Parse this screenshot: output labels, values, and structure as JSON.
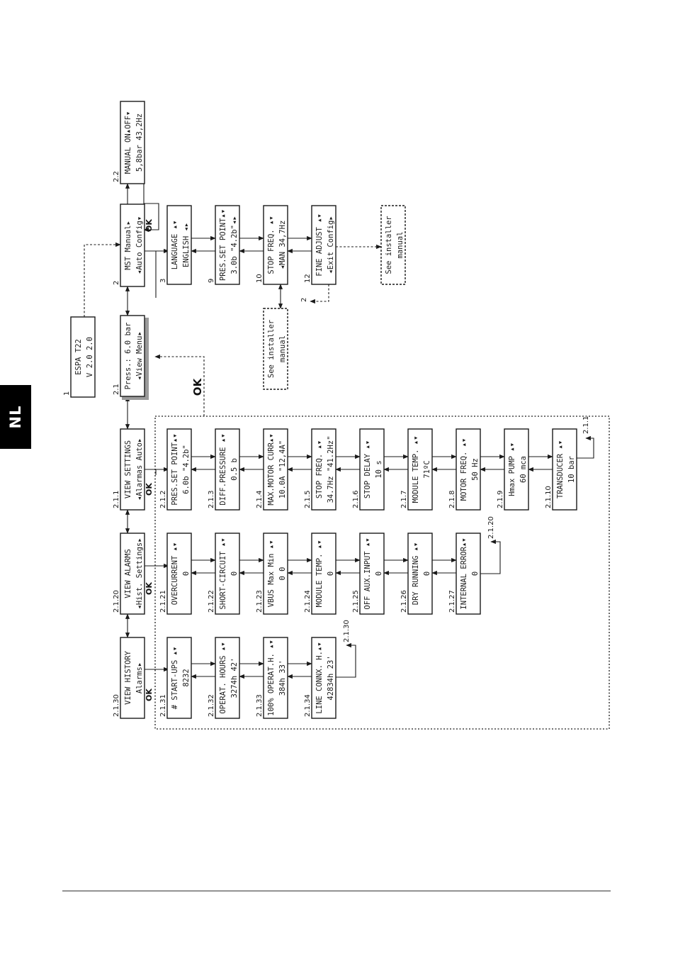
{
  "side_tab": {
    "label": "NL"
  },
  "ok_label": "OK",
  "boxes": [
    {
      "id": "b1",
      "label": "1",
      "lines": [
        "ESPA    T22",
        "V 2.0    2.0"
      ]
    },
    {
      "id": "b2_1",
      "label": "2.1",
      "lines": [
        "Press.:  6.0 bar",
        "◂View       Menu▸"
      ],
      "highlight": true
    },
    {
      "id": "b2",
      "label": "2",
      "lines": [
        "MST       Manual▸",
        "◂Auto      Config▾"
      ]
    },
    {
      "id": "b2_2",
      "label": "2.2",
      "lines": [
        "MANUAL    ON▴OFF▾",
        "5,8bar  43,2Hz"
      ]
    },
    {
      "id": "b3",
      "label": "3",
      "lines": [
        "LANGUAGE   ▴▾",
        "ENGLISH    ◂▸"
      ]
    },
    {
      "id": "b9",
      "label": "9",
      "lines": [
        "PRES.SET POINT▴▾",
        "3.0b   \"4.2b\"◂▸"
      ]
    },
    {
      "id": "b10",
      "label": "10",
      "lines": [
        "STOP FREQ.   ▴▾",
        "◂MAN 34,7Hz"
      ]
    },
    {
      "id": "b12",
      "label": "12",
      "lines": [
        "FINE ADJUST  ▴▾",
        "◂Exit    Config▸"
      ]
    },
    {
      "id": "inst1",
      "label": "",
      "lines": [
        "See installer",
        "manual"
      ],
      "dashed": true
    },
    {
      "id": "inst2",
      "label": "",
      "lines": [
        "See installer",
        "manual"
      ],
      "dashed": true
    },
    {
      "id": "b2_1_1",
      "label": "2.1.1",
      "lines": [
        "VIEW SETTINGS",
        "◂Alarmas  Auto▸"
      ]
    },
    {
      "id": "b2_1_20",
      "label": "2.1.20",
      "lines": [
        "VIEW ALARMS",
        "◂Hist. Settings▸"
      ]
    },
    {
      "id": "b2_1_30",
      "label": "2.1.30",
      "lines": [
        "VIEW HISTORY",
        "Alarms▸"
      ]
    },
    {
      "id": "b2_1_2",
      "label": "2.1.2",
      "lines": [
        "PRES.SET POINT▴▾",
        "6.0b   \"4.2b\""
      ]
    },
    {
      "id": "b2_1_3",
      "label": "2.1.3",
      "lines": [
        "DIFF.PRESSURE ▴▾",
        "0.5 b"
      ]
    },
    {
      "id": "b2_1_4",
      "label": "2.1.4",
      "lines": [
        "MAX.MOTOR CURR▴▾",
        "10.0A  \"12,4A\""
      ]
    },
    {
      "id": "b2_1_5",
      "label": "2.1.5",
      "lines": [
        "STOP FREQ.    ▴▾",
        "34.7Hz \"41.2Hz\""
      ]
    },
    {
      "id": "b2_1_6",
      "label": "2.1.6",
      "lines": [
        "STOP DELAY   ▴▾",
        "10 s"
      ]
    },
    {
      "id": "b2_1_7",
      "label": "2.1.7",
      "lines": [
        "MODULE TEMP.  ▴▾",
        "71ºC"
      ]
    },
    {
      "id": "b2_1_8",
      "label": "2.1.8",
      "lines": [
        "MOTOR FREQ.  ▴▾",
        "50 Hz"
      ]
    },
    {
      "id": "b2_1_9",
      "label": "2.1.9",
      "lines": [
        "Hmax PUMP   ▴▾",
        "60 mca"
      ]
    },
    {
      "id": "b2_1_10",
      "label": "2.1.10",
      "lines": [
        "TRANSDUCER   ▴▾",
        "10 bar"
      ]
    },
    {
      "id": "b2_1_21",
      "label": "2.1.21",
      "lines": [
        "OVERCURRENT  ▴▾",
        "0"
      ]
    },
    {
      "id": "b2_1_22",
      "label": "2.1.22",
      "lines": [
        "SHORT-CIRCUIT ▴▾",
        "0"
      ]
    },
    {
      "id": "b2_1_23",
      "label": "2.1.23",
      "lines": [
        "VBUS Max  Min ▴▾",
        "0    0"
      ]
    },
    {
      "id": "b2_1_24",
      "label": "2.1.24",
      "lines": [
        "MODULE TEMP.  ▴▾",
        "0"
      ]
    },
    {
      "id": "b2_1_25",
      "label": "2.1.25",
      "lines": [
        "OFF AUX.INPUT ▴▾",
        "0"
      ]
    },
    {
      "id": "b2_1_26",
      "label": "2.1.26",
      "lines": [
        "DRY RUNNING  ▴▾",
        "0"
      ]
    },
    {
      "id": "b2_1_27",
      "label": "2.1.27",
      "lines": [
        "INTERNAL ERROR▴▾",
        "0"
      ]
    },
    {
      "id": "b2_1_31",
      "label": "2.1.31",
      "lines": [
        "# START-UPS  ▴▾",
        "8232"
      ]
    },
    {
      "id": "b2_1_32",
      "label": "2.1.32",
      "lines": [
        "OPERAT. HOURS ▴▾",
        "3274h 42'"
      ]
    },
    {
      "id": "b2_1_33",
      "label": "2.1.33",
      "lines": [
        "100% OPERAT.H. ▴▾",
        "384h 33'"
      ]
    },
    {
      "id": "b2_1_34",
      "label": "2.1.34",
      "lines": [
        "LINE CONNX. H.▴▾",
        "42834h 23'"
      ]
    }
  ],
  "loop_labels": [
    {
      "id": "loop_2_1_1",
      "text": "2.1.1"
    },
    {
      "id": "loop_2_1_20",
      "text": "2.1.20"
    },
    {
      "id": "loop_2_1_30",
      "text": "2.1.30"
    },
    {
      "id": "back_2",
      "text": "2"
    }
  ]
}
